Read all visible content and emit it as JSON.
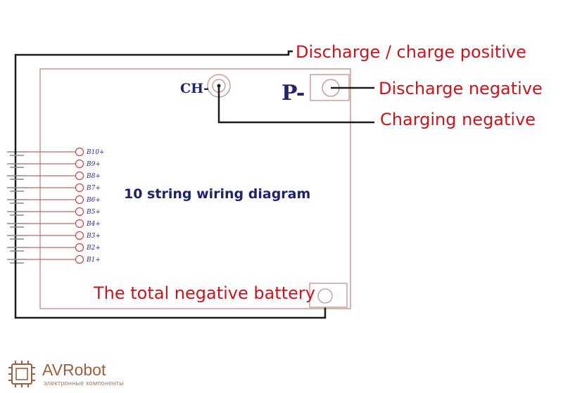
{
  "labels": {
    "discharge_charge_positive": "Discharge / charge positive",
    "discharge_negative": "Discharge negative",
    "charging_negative": "Charging negative",
    "total_negative": "The total negative battery",
    "title": "10 string wiring diagram"
  },
  "pads": {
    "ch": "CH-",
    "p": "P-"
  },
  "pins": [
    "B10+",
    "B9+",
    "B8+",
    "B7+",
    "B6+",
    "B5+",
    "B4+",
    "B3+",
    "B2+",
    "B1+"
  ],
  "watermark": {
    "brand": "AVRobot",
    "tagline": "электронные компоненты"
  },
  "colors": {
    "label_red": "#c8161d",
    "title_blue": "#1f2270",
    "board_outline": "#c0938d",
    "wire": "#1a1a1a",
    "logo": "#9a5f3e"
  }
}
